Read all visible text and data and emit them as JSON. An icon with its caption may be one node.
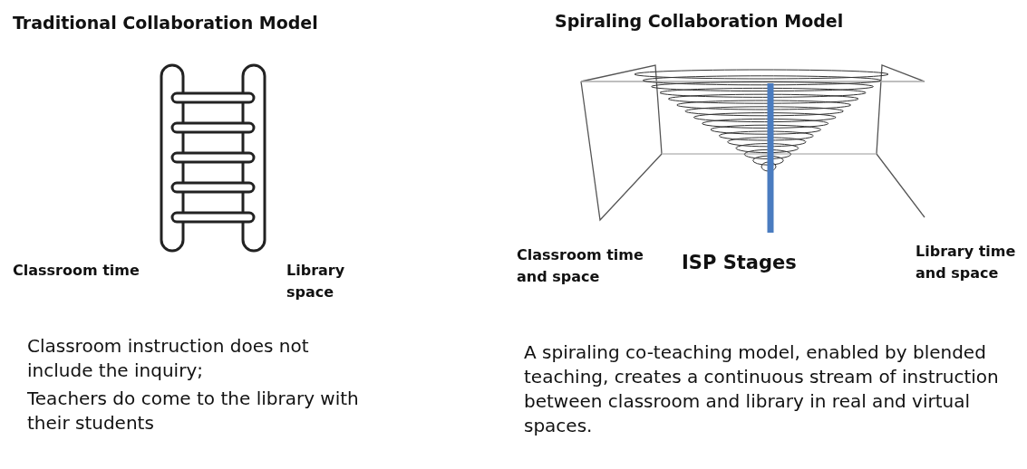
{
  "diagram": {
    "labels": [
      "Traditional Collaboration Model",
      "Spiraling Collaboration Model",
      "Classroom time",
      "Library space",
      "Classroom time and space",
      "ISP Stages",
      "Library time and space",
      "Classroom instruction does not include the inquiry;",
      "Teachers do come to the library with their students",
      "A spiraling co-teaching model, enabled by blended teaching, creates a continuous stream of instruction between classroom and library in real and virtual spaces."
    ]
  }
}
